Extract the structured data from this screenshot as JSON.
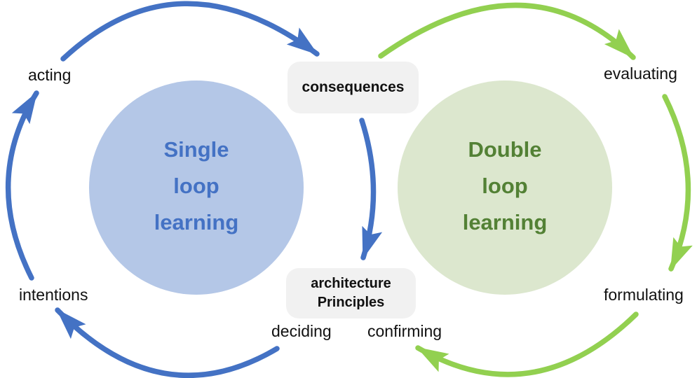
{
  "diagram": {
    "background": "#ffffff",
    "single_loop": {
      "title_lines": [
        "Single",
        "loop",
        "learning"
      ],
      "text_color": "#4472C4",
      "circle_fill": "#B4C7E7",
      "arrow_color": "#4472C4",
      "labels": {
        "acting": "acting",
        "intentions": "intentions",
        "deciding": "deciding"
      }
    },
    "double_loop": {
      "title_lines": [
        "Double",
        "loop",
        "learning"
      ],
      "text_color": "#538135",
      "circle_fill": "#DCE7CE",
      "arrow_color": "#92D050",
      "labels": {
        "evaluating": "evaluating",
        "formulating": "formulating",
        "confirming": "confirming"
      }
    },
    "nodes": {
      "node_fill": "#F1F1F1",
      "consequences": "consequences",
      "architecture_principles_lines": [
        "architecture",
        "Principles"
      ]
    }
  }
}
